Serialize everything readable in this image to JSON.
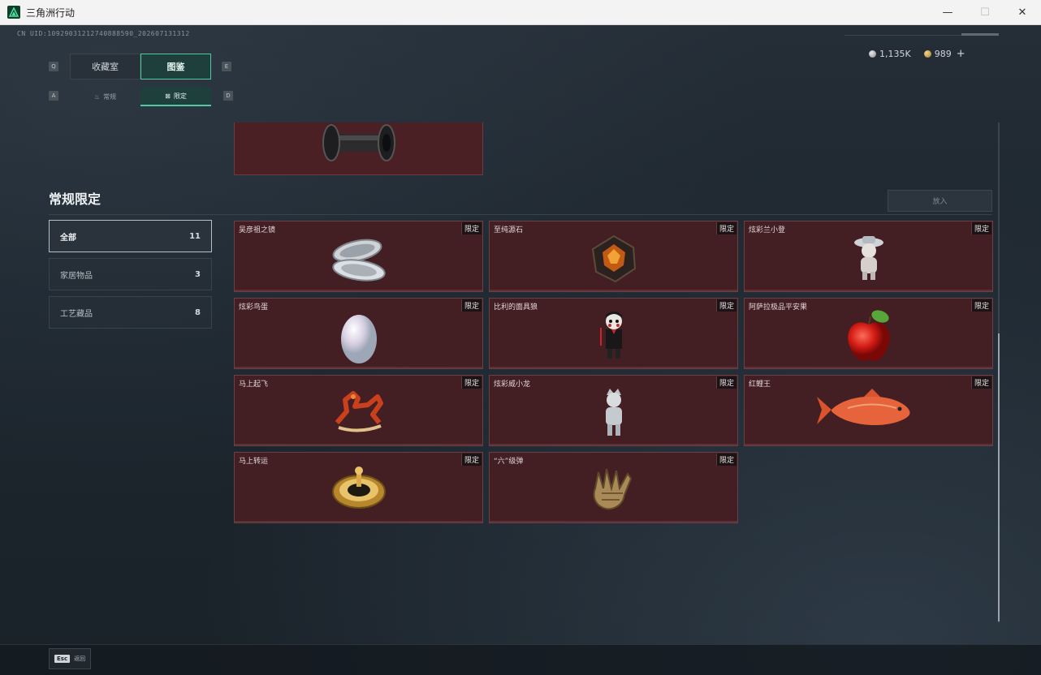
{
  "window": {
    "title": "三角洲行动",
    "minimize": "—",
    "maximize": "☐",
    "close": "✕"
  },
  "uid": "CN UID:10929031212740888590_202607131312",
  "tabs_top": [
    {
      "label": "收藏室",
      "active": false
    },
    {
      "label": "图鉴",
      "active": true
    }
  ],
  "tabs_sub": [
    {
      "label": "常规",
      "icon": "flame-icon",
      "active": false
    },
    {
      "label": "限定",
      "icon": "limited-icon",
      "active": true
    }
  ],
  "key_hints": {
    "q": "Q",
    "e": "E",
    "a": "A",
    "d": "D"
  },
  "currency": {
    "silver": "1,135K",
    "gold": "989",
    "plus": "+"
  },
  "section": {
    "title": "常规限定",
    "import_button": "放入"
  },
  "categories": [
    {
      "label": "全部",
      "count": "11",
      "active": true
    },
    {
      "label": "家居物品",
      "count": "3",
      "active": false
    },
    {
      "label": "工艺藏品",
      "count": "8",
      "active": false
    }
  ],
  "tag_text": "限定",
  "items": [
    {
      "name": "吴彦祖之镜",
      "icon": "mirror-compact-icon"
    },
    {
      "name": "至纯源石",
      "icon": "source-stone-icon"
    },
    {
      "name": "炫彩兰小登",
      "icon": "figure-hat-icon"
    },
    {
      "name": "炫彩鸟蛋",
      "icon": "pearl-egg-icon"
    },
    {
      "name": "比利的面具狼",
      "icon": "puppet-doll-icon"
    },
    {
      "name": "阿萨拉极品平安果",
      "icon": "red-apple-icon"
    },
    {
      "name": "马上起飞",
      "icon": "horse-statue-icon"
    },
    {
      "name": "炫彩威小龙",
      "icon": "silver-figure-icon"
    },
    {
      "name": "红鲤王",
      "icon": "red-carp-icon"
    },
    {
      "name": "马上转运",
      "icon": "gold-compass-icon"
    },
    {
      "name": "“六”级弹",
      "icon": "gold-hand-icon"
    }
  ],
  "top_item": {
    "icon": "spool-roller-icon"
  },
  "bottom": {
    "esc_key": "Esc",
    "esc_label": "返回"
  },
  "colors": {
    "accent": "#56c7a4",
    "card_bg": "#431e22",
    "card_border": "#6b3f43"
  }
}
